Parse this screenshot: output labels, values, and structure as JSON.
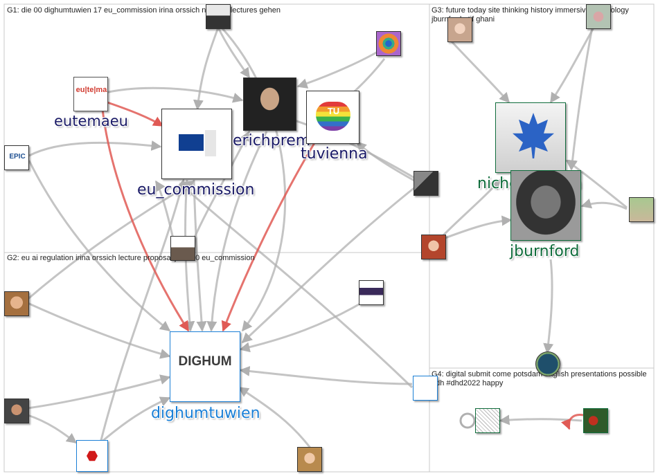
{
  "groups": [
    {
      "id": "g1",
      "title": "G1: die 00 dighumtuwien 17 eu_commission irina orssich nächste lectures gehen"
    },
    {
      "id": "g2",
      "title": "G2: eu ai regulation irina orssich lecture proposal june 00 eu_commission"
    },
    {
      "id": "g3",
      "title": "G3: future today site thinking history immersive technology jburnford atif ghani"
    },
    {
      "id": "g4",
      "title": "G4: digital submit come potsdam english presentations possible #dh #dhd2022 happy"
    }
  ],
  "labels": {
    "eutemaeu": "eutemaeu",
    "eu_commission": "eu_commission",
    "erichprem": "erichprem",
    "tuvienna": "tuvienna",
    "niche_canada": "niche_canada",
    "jburnford": "jburnford",
    "dighumtuwien": "dighumtuwien"
  },
  "logo_text": {
    "eutema": "eu|te|ma",
    "dighum": "DIGHUM",
    "tu": "TU",
    "epic": "EPIC"
  },
  "colors": {
    "edge_gray": "#9a9a9a",
    "edge_red": "#d9534f",
    "grid": "#c8c8c8",
    "label_navy": "#1a1a66",
    "label_green": "#0e6b3a",
    "label_blue": "#1a7fd6"
  }
}
